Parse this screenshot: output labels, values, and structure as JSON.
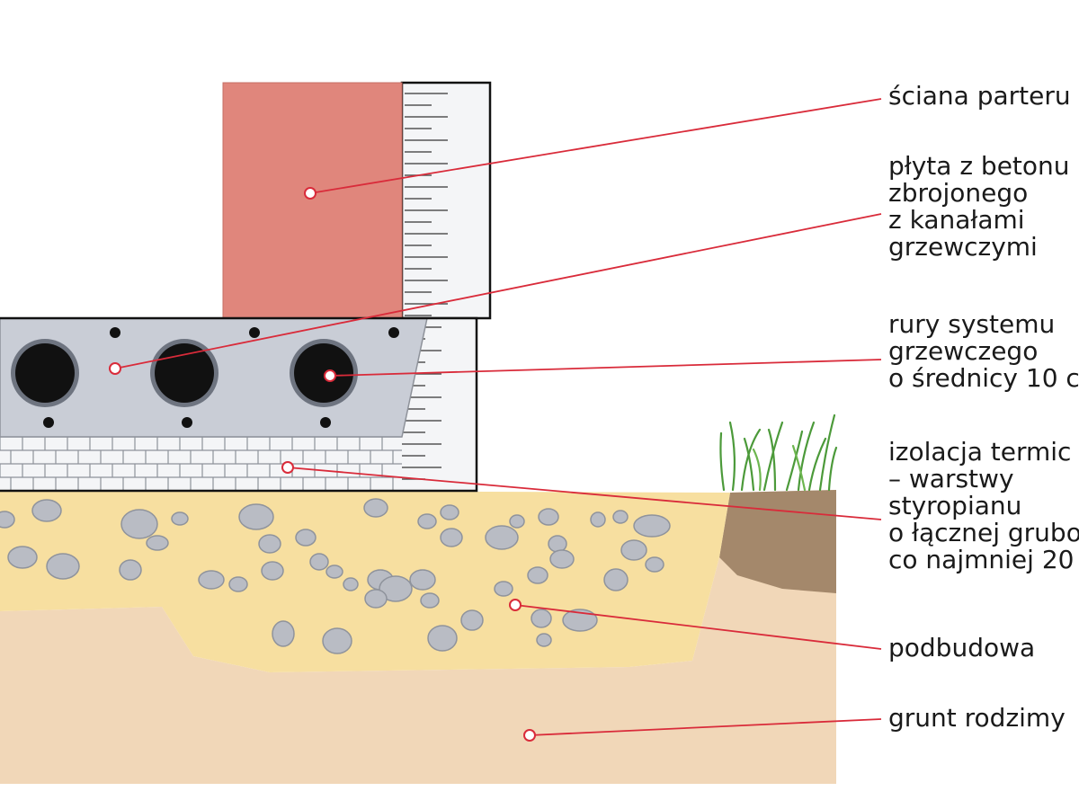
{
  "labels": {
    "wall": [
      "ściana parteru"
    ],
    "slab": [
      "płyta z betonu",
      "zbrojonego",
      "z kanałami",
      "grzewczymi"
    ],
    "pipes": [
      "rury systemu",
      "grzewczego",
      "o średnicy 10 c"
    ],
    "insulation": [
      "izolacja termic",
      "– warstwy",
      "styropianu",
      "o łącznej grubo",
      "co najmniej 20"
    ],
    "base": [
      "podbudowa"
    ],
    "soil": [
      "grunt rodzimy"
    ]
  },
  "colors": {
    "brick_wall": "#e0867c",
    "concrete_slab": "#c9cdd6",
    "pipe": "#111111",
    "pipe_ring": "#6e7480",
    "styrofoam": "#f4f5f7",
    "gravel_sand": "#f7dfa0",
    "native_soil": "#f1d7b8",
    "stones": "#b9bcc4",
    "grass": "#4c9a3a",
    "leader_line": "#d92b3a",
    "outline": "#111111"
  },
  "icons": [
    "grass-tuft-icon",
    "leader-marker-icon"
  ]
}
